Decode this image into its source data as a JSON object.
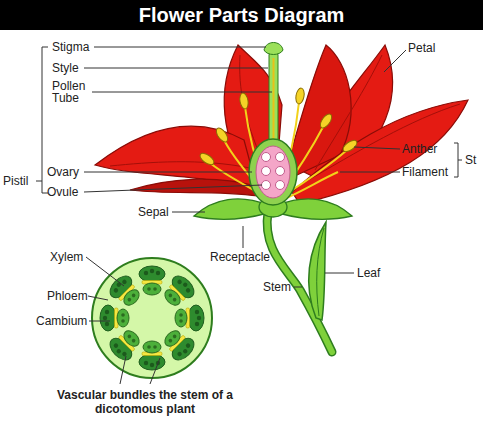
{
  "diagram": {
    "title": "Flower Parts Diagram",
    "labels": [
      "Stigma",
      "Style",
      "Pollen Tube",
      "Pistil",
      "Ovary",
      "Ovule",
      "Petal",
      "Anther",
      "St",
      "Filament",
      "Sepal",
      "Receptacle",
      "Leaf",
      "Xylem",
      "Phloem",
      "Cambium",
      "Stem",
      "Vascular bundles the stem of a dicotomous plant"
    ]
  }
}
